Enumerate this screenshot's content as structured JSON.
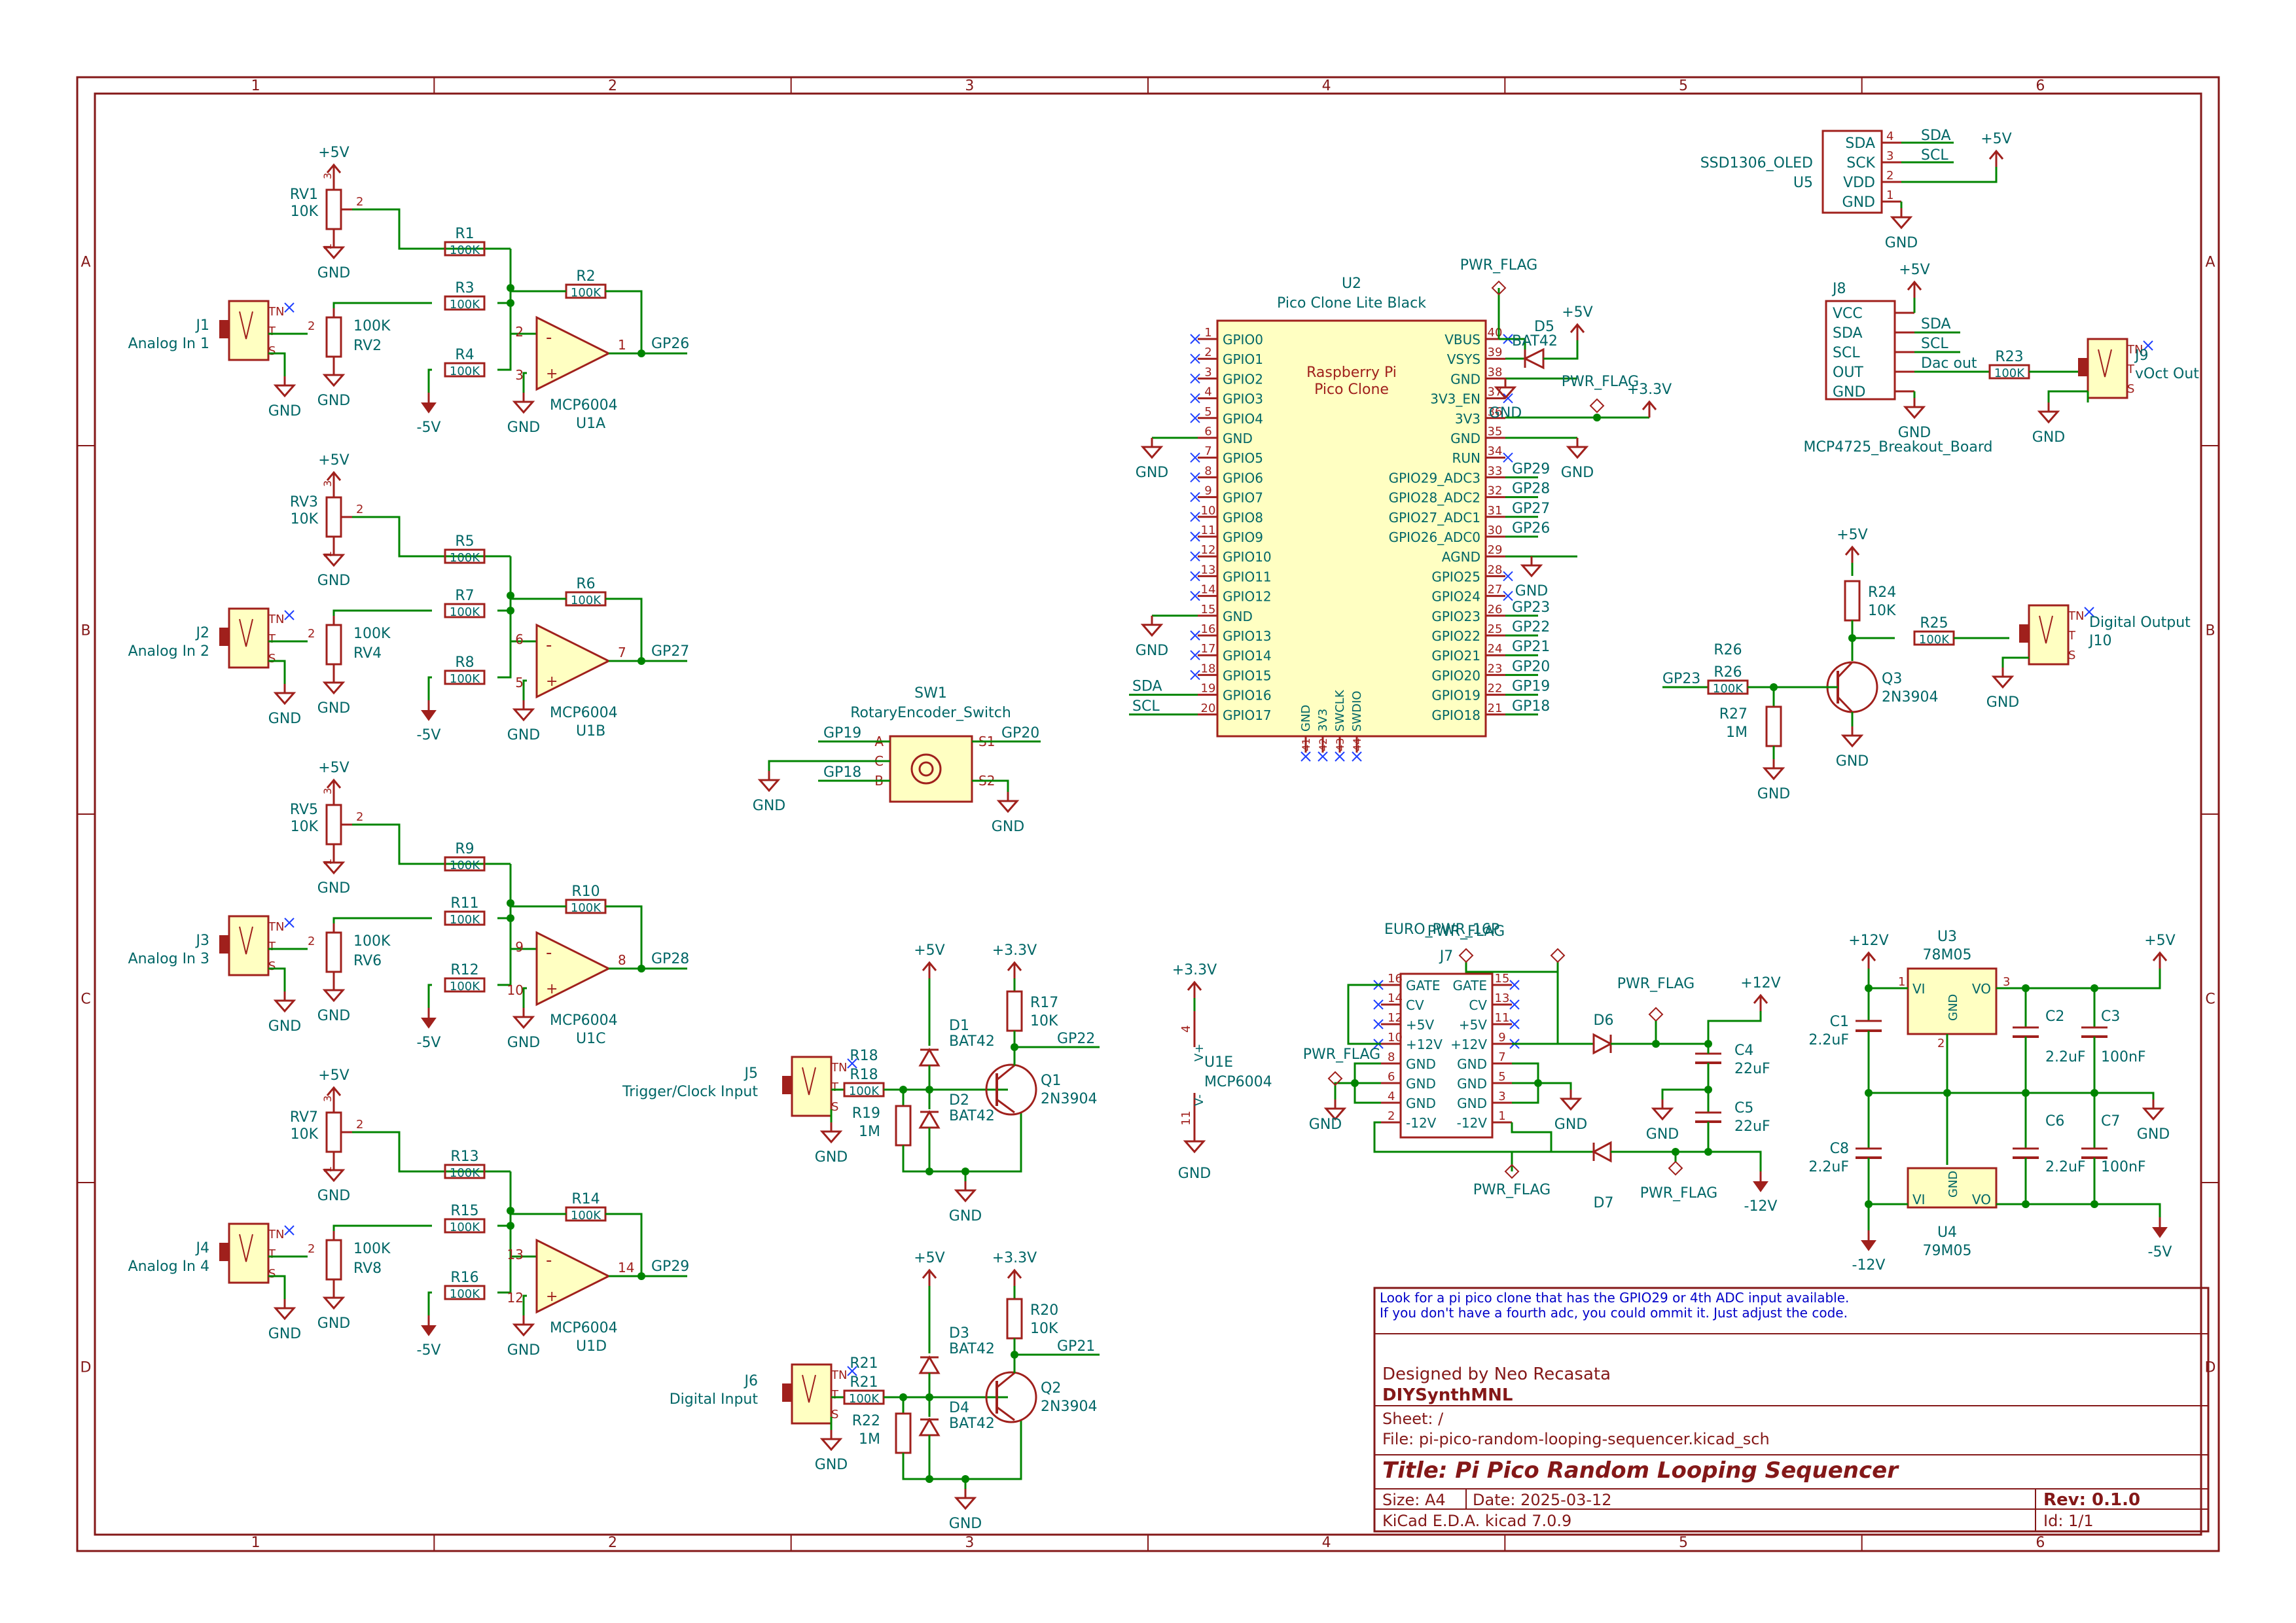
{
  "colors": {
    "frame": "#841818",
    "component": "#a0201c",
    "component_fill": "#ffffc2",
    "wire": "#008400",
    "label": "#006666",
    "pin_number": "#a0201c",
    "note": "#0000c8",
    "junction": "#008400"
  },
  "frame": {
    "col_labels": [
      "1",
      "2",
      "3",
      "4",
      "5",
      "6"
    ],
    "row_labels": [
      "A",
      "B",
      "C",
      "D"
    ]
  },
  "title_block": {
    "note_line1": "Look for a pi pico clone that has the GPIO29 or 4th ADC input available.",
    "note_line2": "If you don't have a fourth adc, you could ommit it. Just adjust the code.",
    "designed_by": "Designed by Neo Recasata",
    "company": "DIYSynthMNL",
    "sheet": "Sheet: /",
    "file": "File: pi-pico-random-looping-sequencer.kicad_sch",
    "title": "Title: Pi Pico Random Looping Sequencer",
    "size": "Size: A4",
    "date": "Date: 2025-03-12",
    "rev": "Rev: 0.1.0",
    "tool": "KiCad E.D.A.  kicad 7.0.9",
    "id": "Id: 1/1"
  },
  "input_channels": [
    {
      "jack": "J1",
      "jack_label": "Analog In 1",
      "pot": "RV1",
      "pot_val": "10K",
      "atten": "RV2",
      "atten_val": "100K",
      "r_in": "R1",
      "r_att": "R3",
      "r_off": "R4",
      "r_fb": "R2",
      "rval": "100K",
      "opamp": "U1A",
      "opamp_part": "MCP6004",
      "pin_minus": "2",
      "pin_plus": "3",
      "pin_out": "1",
      "out_net": "GP26"
    },
    {
      "jack": "J2",
      "jack_label": "Analog In 2",
      "pot": "RV3",
      "pot_val": "10K",
      "atten": "RV4",
      "atten_val": "100K",
      "r_in": "R5",
      "r_att": "R7",
      "r_off": "R8",
      "r_fb": "R6",
      "rval": "100K",
      "opamp": "U1B",
      "opamp_part": "MCP6004",
      "pin_minus": "6",
      "pin_plus": "5",
      "pin_out": "7",
      "out_net": "GP27"
    },
    {
      "jack": "J3",
      "jack_label": "Analog In 3",
      "pot": "RV5",
      "pot_val": "10K",
      "atten": "RV6",
      "atten_val": "100K",
      "r_in": "R9",
      "r_att": "R11",
      "r_off": "R12",
      "r_fb": "R10",
      "rval": "100K",
      "opamp": "U1C",
      "opamp_part": "MCP6004",
      "pin_minus": "9",
      "pin_plus": "10",
      "pin_out": "8",
      "out_net": "GP28"
    },
    {
      "jack": "J4",
      "jack_label": "Analog In 4",
      "pot": "RV7",
      "pot_val": "10K",
      "atten": "RV8",
      "atten_val": "100K",
      "r_in": "R13",
      "r_att": "R15",
      "r_off": "R16",
      "r_fb": "R14",
      "rval": "100K",
      "opamp": "U1D",
      "opamp_part": "MCP6004",
      "pin_minus": "13",
      "pin_plus": "12",
      "pin_out": "14",
      "out_net": "GP29"
    }
  ],
  "common": {
    "p5v": "+5V",
    "m5v": "-5V",
    "gnd": "GND",
    "p33v": "+3.3V",
    "p12v": "+12V",
    "m12v": "-12V",
    "pwr_flag": "PWR_FLAG",
    "pin_tn": "TN",
    "pin_t": "T",
    "pin_s": "S",
    "pin_1": "1",
    "pin_2": "2",
    "pin_3": "3"
  },
  "pico": {
    "ref": "U2",
    "name": "Pico Clone Lite Black",
    "body_line1": "Raspberry Pi",
    "body_line2": "Pico Clone",
    "left_pins": [
      {
        "num": "1",
        "name": "GPIO0",
        "net": ""
      },
      {
        "num": "2",
        "name": "GPIO1",
        "net": ""
      },
      {
        "num": "3",
        "name": "GPIO2",
        "net": ""
      },
      {
        "num": "4",
        "name": "GPIO3",
        "net": ""
      },
      {
        "num": "5",
        "name": "GPIO4",
        "net": ""
      },
      {
        "num": "6",
        "name": "GND",
        "net": ""
      },
      {
        "num": "7",
        "name": "GPIO5",
        "net": ""
      },
      {
        "num": "8",
        "name": "GPIO6",
        "net": ""
      },
      {
        "num": "9",
        "name": "GPIO7",
        "net": ""
      },
      {
        "num": "10",
        "name": "GPIO8",
        "net": ""
      },
      {
        "num": "11",
        "name": "GPIO9",
        "net": ""
      },
      {
        "num": "12",
        "name": "GPIO10",
        "net": ""
      },
      {
        "num": "13",
        "name": "GPIO11",
        "net": ""
      },
      {
        "num": "14",
        "name": "GPIO12",
        "net": ""
      },
      {
        "num": "15",
        "name": "GND",
        "net": ""
      },
      {
        "num": "16",
        "name": "GPIO13",
        "net": ""
      },
      {
        "num": "17",
        "name": "GPIO14",
        "net": ""
      },
      {
        "num": "18",
        "name": "GPIO15",
        "net": ""
      },
      {
        "num": "19",
        "name": "GPIO16",
        "net": "SDA"
      },
      {
        "num": "20",
        "name": "GPIO17",
        "net": "SCL"
      }
    ],
    "right_pins": [
      {
        "num": "40",
        "name": "VBUS",
        "net": ""
      },
      {
        "num": "39",
        "name": "VSYS",
        "net": ""
      },
      {
        "num": "38",
        "name": "GND",
        "net": ""
      },
      {
        "num": "37",
        "name": "3V3_EN",
        "net": ""
      },
      {
        "num": "36",
        "name": "3V3",
        "net": ""
      },
      {
        "num": "35",
        "name": "GND",
        "net": ""
      },
      {
        "num": "34",
        "name": "RUN",
        "net": ""
      },
      {
        "num": "33",
        "name": "GPIO29_ADC3",
        "net": "GP29"
      },
      {
        "num": "32",
        "name": "GPIO28_ADC2",
        "net": "GP28"
      },
      {
        "num": "31",
        "name": "GPIO27_ADC1",
        "net": "GP27"
      },
      {
        "num": "30",
        "name": "GPIO26_ADC0",
        "net": "GP26"
      },
      {
        "num": "29",
        "name": "AGND",
        "net": ""
      },
      {
        "num": "28",
        "name": "GPIO25",
        "net": ""
      },
      {
        "num": "27",
        "name": "GPIO24",
        "net": ""
      },
      {
        "num": "26",
        "name": "GPIO23",
        "net": "GP23"
      },
      {
        "num": "25",
        "name": "GPIO22",
        "net": "GP22"
      },
      {
        "num": "24",
        "name": "GPIO21",
        "net": "GP21"
      },
      {
        "num": "23",
        "name": "GPIO20",
        "net": "GP20"
      },
      {
        "num": "22",
        "name": "GPIO19",
        "net": "GP19"
      },
      {
        "num": "21",
        "name": "GPIO18",
        "net": "GP18"
      }
    ],
    "bottom_pins": [
      {
        "num": "41",
        "name": "GND"
      },
      {
        "num": "42",
        "name": "3V3"
      },
      {
        "num": "43",
        "name": "SWCLK"
      },
      {
        "num": "44",
        "name": "SWDIO"
      }
    ],
    "d5_ref": "D5",
    "d5_val": "BAT42"
  },
  "encoder": {
    "ref": "SW1",
    "name": "RotaryEncoder_Switch",
    "pin_a": "A",
    "pin_b": "B",
    "pin_c": "C",
    "pin_s1": "S1",
    "pin_s2": "S2",
    "net_a": "GP19",
    "net_b": "GP18",
    "net_s1": "GP20"
  },
  "oled": {
    "ref": "U5",
    "name": "SSD1306_OLED",
    "pins": [
      {
        "name": "SDA",
        "num": "4",
        "net": "SDA"
      },
      {
        "name": "SCK",
        "num": "3",
        "net": "SCL"
      },
      {
        "name": "VDD",
        "num": "2",
        "net": ""
      },
      {
        "name": "GND",
        "num": "1",
        "net": ""
      }
    ]
  },
  "dac": {
    "ref": "J8",
    "name": "MCP4725_Breakout_Board",
    "pins": [
      {
        "name": "VCC",
        "net": ""
      },
      {
        "name": "SDA",
        "net": "SDA"
      },
      {
        "name": "SCL",
        "net": "SCL"
      },
      {
        "name": "OUT",
        "net": "Dac out"
      },
      {
        "name": "GND",
        "net": ""
      }
    ],
    "r_ref": "R23",
    "r_val": "100K",
    "jack": "J9",
    "jack_label": "vOct Out"
  },
  "digital_out": {
    "r24": "R24",
    "r24_val": "10K",
    "r25": "R25",
    "r25_val": "100K",
    "r26": "R26",
    "r26_val": "100K",
    "r27": "R27",
    "r27_val": "1M",
    "q": "Q3",
    "q_part": "2N3904",
    "jack": "J10",
    "jack_label": "Digital Output",
    "net_in": "GP23"
  },
  "trigger_inputs": [
    {
      "jack": "J5",
      "jack_label": "Trigger/Clock Input",
      "r_in": "R18",
      "r_in_val": "100K",
      "r_gnd": "R19",
      "r_gnd_val": "1M",
      "d_top": "D1",
      "d_bot": "D2",
      "d_val": "BAT42",
      "r_pull": "R17",
      "r_pull_val": "10K",
      "q": "Q1",
      "q_part": "2N3904",
      "net": "GP22"
    },
    {
      "jack": "J6",
      "jack_label": "Digital Input",
      "r_in": "R21",
      "r_in_val": "100K",
      "r_gnd": "R22",
      "r_gnd_val": "1M",
      "d_top": "D3",
      "d_bot": "D4",
      "d_val": "BAT42",
      "r_pull": "R20",
      "r_pull_val": "10K",
      "q": "Q2",
      "q_part": "2N3904",
      "net": "GP21"
    }
  ],
  "opamp_power": {
    "ref": "U1E",
    "part": "MCP6004",
    "pin_vp": "4",
    "pin_vm": "11",
    "label_vp": "V+",
    "label_vm": "V-"
  },
  "euro_power": {
    "title": "EURO_PWR_16P",
    "ref": "J7",
    "left_nums": [
      "16",
      "14",
      "12",
      "10",
      "8",
      "6",
      "4",
      "2"
    ],
    "right_nums": [
      "15",
      "13",
      "11",
      "9",
      "7",
      "5",
      "3",
      "1"
    ],
    "left_names": [
      "GATE",
      "CV",
      "+5V",
      "+12V",
      "GND",
      "GND",
      "GND",
      "-12V"
    ],
    "right_names": [
      "GATE",
      "CV",
      "+5V",
      "+12V",
      "GND",
      "GND",
      "GND",
      "-12V"
    ],
    "d6": "D6",
    "d7": "D7",
    "c4": "C4",
    "c4_val": "22uF",
    "c5": "C5",
    "c5_val": "22uF"
  },
  "regulators": {
    "u3": "U3",
    "u3_part": "78M05",
    "u4": "U4",
    "u4_part": "79M05",
    "vi": "VI",
    "vo": "VO",
    "gnd": "GND",
    "c1": "C1",
    "c1_val": "2.2uF",
    "c2": "C2",
    "c2_val": "2.2uF",
    "c3": "C3",
    "c3_val": "100nF",
    "c6": "C6",
    "c6_val": "2.2uF",
    "c7": "C7",
    "c7_val": "100nF",
    "c8": "C8",
    "c8_val": "2.2uF"
  }
}
